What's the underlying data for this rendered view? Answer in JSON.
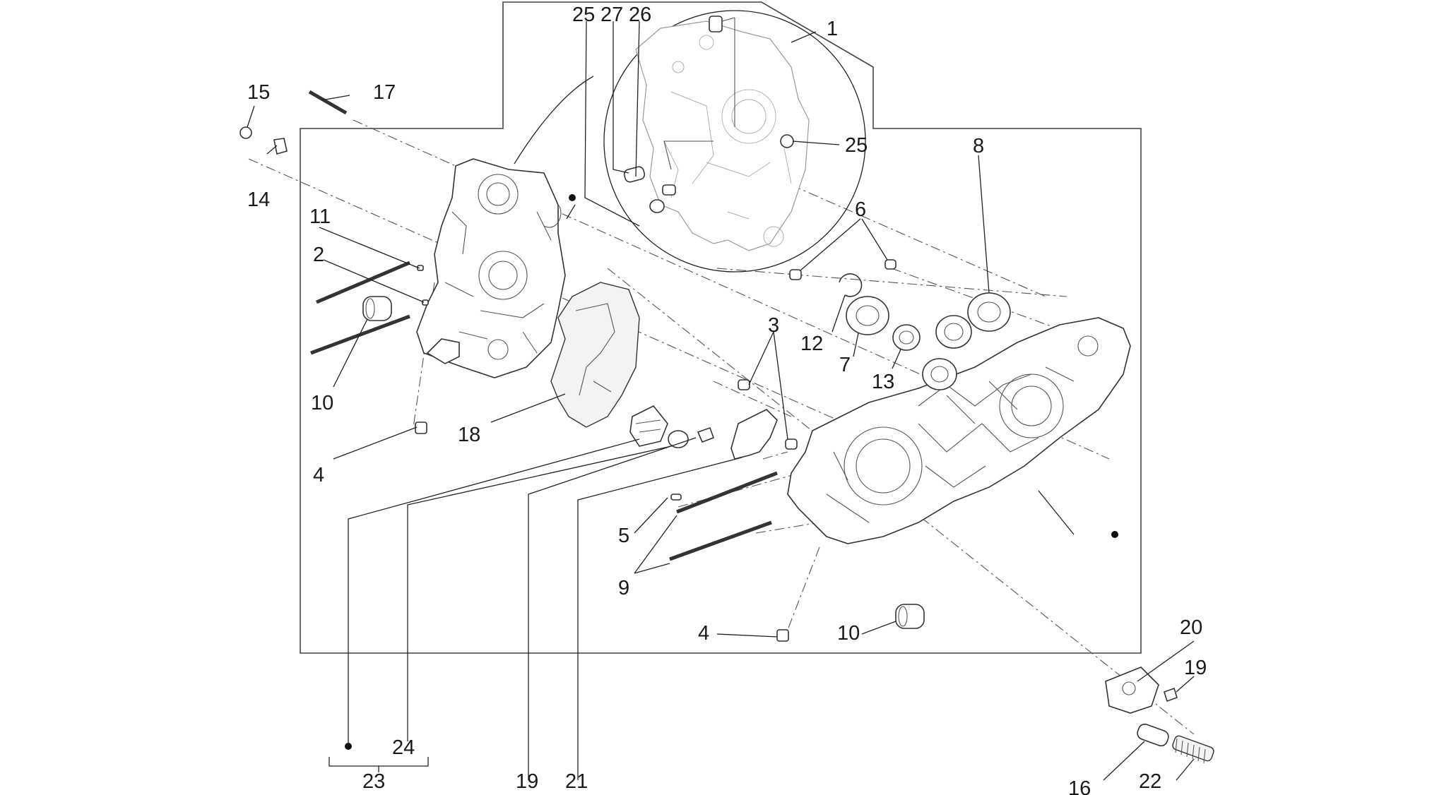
{
  "diagram": {
    "callouts": [
      {
        "id": "c1",
        "text": "1"
      },
      {
        "id": "c2",
        "text": "2"
      },
      {
        "id": "c3",
        "text": "3"
      },
      {
        "id": "c4a",
        "text": "4"
      },
      {
        "id": "c4b",
        "text": "4"
      },
      {
        "id": "c5",
        "text": "5"
      },
      {
        "id": "c6",
        "text": "6"
      },
      {
        "id": "c7",
        "text": "7"
      },
      {
        "id": "c8",
        "text": "8"
      },
      {
        "id": "c9",
        "text": "9"
      },
      {
        "id": "c10a",
        "text": "10"
      },
      {
        "id": "c10b",
        "text": "10"
      },
      {
        "id": "c11",
        "text": "11"
      },
      {
        "id": "c12",
        "text": "12"
      },
      {
        "id": "c13",
        "text": "13"
      },
      {
        "id": "c14",
        "text": "14"
      },
      {
        "id": "c15",
        "text": "15"
      },
      {
        "id": "c16",
        "text": "16"
      },
      {
        "id": "c17",
        "text": "17"
      },
      {
        "id": "c18",
        "text": "18"
      },
      {
        "id": "c19a",
        "text": "19"
      },
      {
        "id": "c19b",
        "text": "19"
      },
      {
        "id": "c20",
        "text": "20"
      },
      {
        "id": "c21",
        "text": "21"
      },
      {
        "id": "c22",
        "text": "22"
      },
      {
        "id": "c23",
        "text": "23"
      },
      {
        "id": "c24",
        "text": "24"
      },
      {
        "id": "c25a",
        "text": "25"
      },
      {
        "id": "c25b",
        "text": "25"
      },
      {
        "id": "c26",
        "text": "26"
      },
      {
        "id": "c27",
        "text": "27"
      }
    ]
  }
}
